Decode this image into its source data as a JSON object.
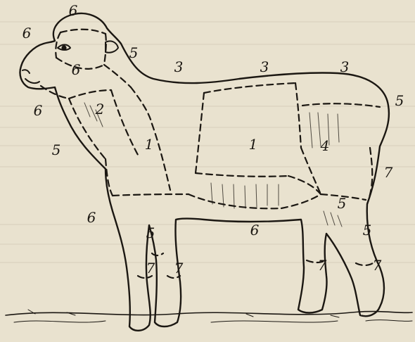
{
  "figure": {
    "labels": [
      "6",
      "6",
      "6",
      "5",
      "3",
      "3",
      "3",
      "6",
      "2",
      "5",
      "1",
      "1",
      "4",
      "5",
      "7",
      "6",
      "5",
      "5",
      "6",
      "5",
      "7",
      "7",
      "7",
      "7"
    ]
  },
  "colors": {
    "paper": "#e9e2cf",
    "ink": "#1b1712"
  }
}
